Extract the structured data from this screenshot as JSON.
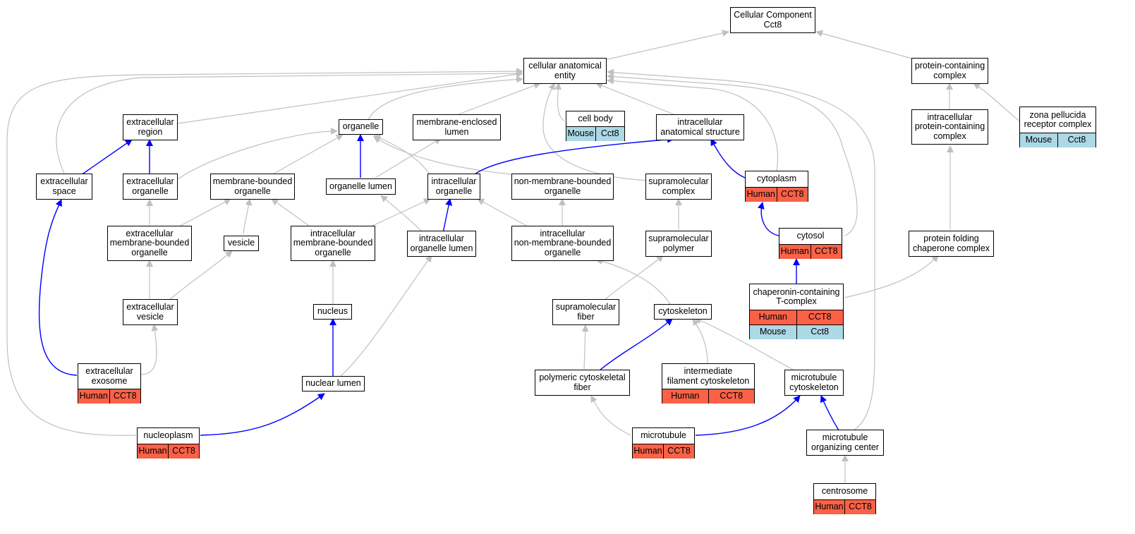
{
  "colors": {
    "gray_edge": "#c0c0c0",
    "blue_edge": "#0000ff",
    "human": "#fa6147",
    "mouse": "#add8e6"
  },
  "nodes": [
    {
      "id": "cc",
      "lines": [
        "Cellular Component",
        "Cct8"
      ]
    },
    {
      "id": "cae",
      "lines": [
        "cellular anatomical",
        "entity"
      ]
    },
    {
      "id": "pcc",
      "lines": [
        "protein-containing",
        "complex"
      ]
    },
    {
      "id": "er",
      "lines": [
        "extracellular",
        "region"
      ]
    },
    {
      "id": "org",
      "lines": [
        "organelle"
      ]
    },
    {
      "id": "mel",
      "lines": [
        "membrane-enclosed",
        "lumen"
      ]
    },
    {
      "id": "cb",
      "lines": [
        "cell body"
      ],
      "ann": [
        [
          "Mouse",
          "Cct8"
        ]
      ]
    },
    {
      "id": "ias",
      "lines": [
        "intracellular",
        "anatomical structure"
      ]
    },
    {
      "id": "ipcc",
      "lines": [
        "intracellular",
        "protein-containing",
        "complex"
      ]
    },
    {
      "id": "zp",
      "lines": [
        "zona pellucida",
        "receptor complex"
      ],
      "ann": [
        [
          "Mouse",
          "Cct8"
        ]
      ]
    },
    {
      "id": "es",
      "lines": [
        "extracellular",
        "space"
      ]
    },
    {
      "id": "eo",
      "lines": [
        "extracellular",
        "organelle"
      ]
    },
    {
      "id": "mbo",
      "lines": [
        "membrane-bounded",
        "organelle"
      ]
    },
    {
      "id": "ol",
      "lines": [
        "organelle lumen"
      ]
    },
    {
      "id": "io",
      "lines": [
        "intracellular",
        "organelle"
      ]
    },
    {
      "id": "nmbo",
      "lines": [
        "non-membrane-bounded",
        "organelle"
      ]
    },
    {
      "id": "smc",
      "lines": [
        "supramolecular",
        "complex"
      ]
    },
    {
      "id": "cyto",
      "lines": [
        "cytoplasm"
      ],
      "ann": [
        [
          "Human",
          "CCT8"
        ]
      ]
    },
    {
      "id": "embo",
      "lines": [
        "extracellular",
        "membrane-bounded",
        "organelle"
      ]
    },
    {
      "id": "ves",
      "lines": [
        "vesicle"
      ]
    },
    {
      "id": "imbo",
      "lines": [
        "intracellular",
        "membrane-bounded",
        "organelle"
      ]
    },
    {
      "id": "iol",
      "lines": [
        "intracellular",
        "organelle lumen"
      ]
    },
    {
      "id": "inmbo",
      "lines": [
        "intracellular",
        "non-membrane-bounded",
        "organelle"
      ]
    },
    {
      "id": "smp",
      "lines": [
        "supramolecular",
        "polymer"
      ]
    },
    {
      "id": "cytosol",
      "lines": [
        "cytosol"
      ],
      "ann": [
        [
          "Human",
          "CCT8"
        ]
      ]
    },
    {
      "id": "pfcc",
      "lines": [
        "protein folding",
        "chaperone complex"
      ]
    },
    {
      "id": "ev",
      "lines": [
        "extracellular",
        "vesicle"
      ]
    },
    {
      "id": "nuc",
      "lines": [
        "nucleus"
      ]
    },
    {
      "id": "smf",
      "lines": [
        "supramolecular",
        "fiber"
      ]
    },
    {
      "id": "cytosk",
      "lines": [
        "cytoskeleton"
      ]
    },
    {
      "id": "cct",
      "lines": [
        "chaperonin-containing",
        "T-complex"
      ],
      "ann": [
        [
          "Human",
          "CCT8"
        ],
        [
          "Mouse",
          "Cct8"
        ]
      ]
    },
    {
      "id": "exo",
      "lines": [
        "extracellular",
        "exosome"
      ],
      "ann": [
        [
          "Human",
          "CCT8"
        ]
      ]
    },
    {
      "id": "nl",
      "lines": [
        "nuclear lumen"
      ]
    },
    {
      "id": "pcf",
      "lines": [
        "polymeric cytoskeletal",
        "fiber"
      ]
    },
    {
      "id": "ifc",
      "lines": [
        "intermediate",
        "filament cytoskeleton"
      ],
      "ann": [
        [
          "Human",
          "CCT8"
        ]
      ]
    },
    {
      "id": "mtc",
      "lines": [
        "microtubule",
        "cytoskeleton"
      ]
    },
    {
      "id": "np",
      "lines": [
        "nucleoplasm"
      ],
      "ann": [
        [
          "Human",
          "CCT8"
        ]
      ]
    },
    {
      "id": "mt",
      "lines": [
        "microtubule"
      ],
      "ann": [
        [
          "Human",
          "CCT8"
        ]
      ]
    },
    {
      "id": "mtoc",
      "lines": [
        "microtubule",
        "organizing center"
      ]
    },
    {
      "id": "cent",
      "lines": [
        "centrosome"
      ],
      "ann": [
        [
          "Human",
          "CCT8"
        ]
      ]
    }
  ]
}
